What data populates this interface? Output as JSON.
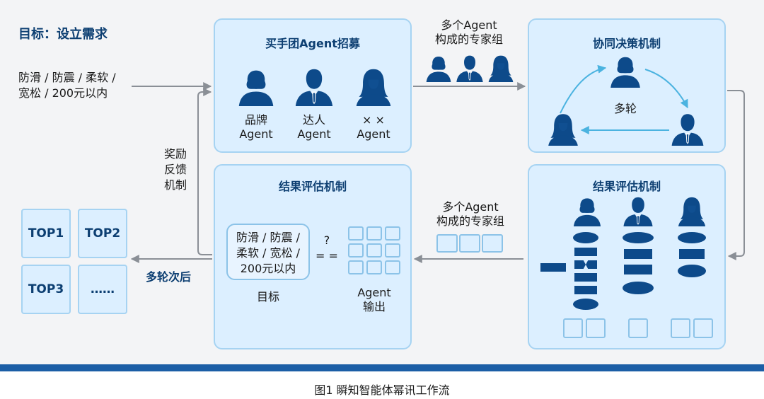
{
  "goal_title": "目标：设立需求",
  "input_requirement": [
    "防滑 / 防震 / 柔软 /",
    "宽松 / 200元以内"
  ],
  "feedback_label": [
    "奖励",
    "反馈",
    "机制"
  ],
  "recruit_panel": {
    "title": "买手团Agent招募",
    "agents": [
      {
        "line1": "品牌",
        "line2": "Agent"
      },
      {
        "line1": "达人",
        "line2": "Agent"
      },
      {
        "line1": "× ×",
        "line2": "Agent"
      }
    ]
  },
  "expert_group_label_top": [
    "多个Agent",
    "构成的专家组"
  ],
  "decision_panel": {
    "title": "协同决策机制",
    "center_label": "多轮"
  },
  "evaluation_panel_right": {
    "title": "结果评估机制"
  },
  "expert_group_label_mid": [
    "多个Agent",
    "构成的专家组"
  ],
  "evaluation_panel_left": {
    "title": "结果评估机制",
    "goal_box": [
      "防滑 / 防震 /",
      "柔软 / 宽松 /",
      "200元以内"
    ],
    "goal_label": "目标",
    "question_mark": "?",
    "equals": "= =",
    "output_label": [
      "Agent",
      "输出"
    ]
  },
  "multi_round_label": "多轮次后",
  "top_boxes": [
    "TOP1",
    "TOP2",
    "TOP3",
    "……"
  ],
  "caption": "图1   瞬知智能体幂讯工作流",
  "colors": {
    "panel_fill": "#dcefff",
    "panel_border": "#a6d3f2",
    "title": "#0d3f72",
    "figure": "#0d4a8a",
    "arrow": "#8a8f96",
    "accent_arrow": "#4bb3e0",
    "bar": "#1b5ea6"
  },
  "icons": [
    "person-female-icon",
    "person-male-icon",
    "person-longhair-icon",
    "arrow-right-icon",
    "arrow-left-icon",
    "curved-arrow-icon"
  ]
}
